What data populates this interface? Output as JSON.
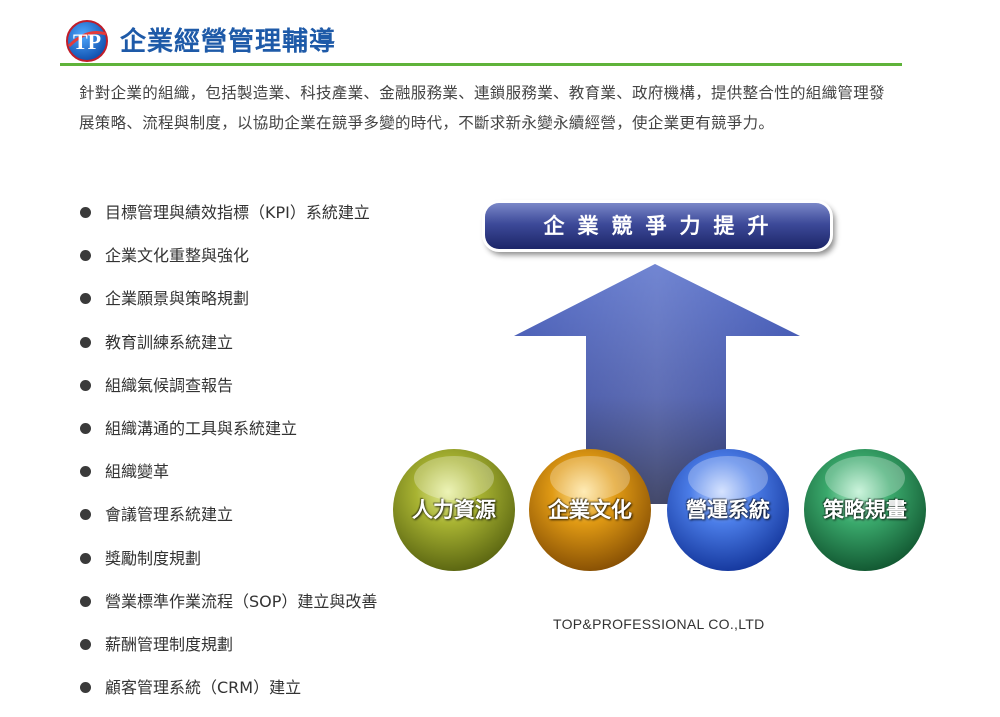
{
  "header": {
    "logo_text": "TP",
    "title": "企業經營管理輔導"
  },
  "intro": {
    "text": "針對企業的組織，包括製造業、科技產業、金融服務業、連鎖服務業、教育業、政府機構，提供整合性的組織管理發展策略、流程與制度，以協助企業在競爭多變的時代，不斷求新永變永續經營，使企業更有競爭力。"
  },
  "services": [
    "目標管理與績效指標（KPI）系統建立",
    "企業文化重整與強化",
    "企業願景與策略規劃",
    "教育訓練系統建立",
    "組織氣候調查報告",
    "組織溝通的工具與系統建立",
    "組織變革",
    "會議管理系統建立",
    "獎勵制度規劃",
    "營業標準作業流程（SOP）建立與改善",
    "薪酬管理制度規劃",
    "顧客管理系統（CRM）建立"
  ],
  "diagram": {
    "banner": "企業競爭力提升",
    "spheres": [
      {
        "label": "人力資源",
        "color": "#8c9a2a"
      },
      {
        "label": "企業文化",
        "color": "#d08a0c"
      },
      {
        "label": "營運系統",
        "color": "#3f6fe0"
      },
      {
        "label": "策略規畫",
        "color": "#2f9a63"
      }
    ],
    "arrow_color": "#3b4fae"
  },
  "footer": {
    "company": "TOP&PROFESSIONAL CO.,LTD"
  },
  "colors": {
    "title": "#1e5aa8",
    "rule": "#5fb33a"
  }
}
